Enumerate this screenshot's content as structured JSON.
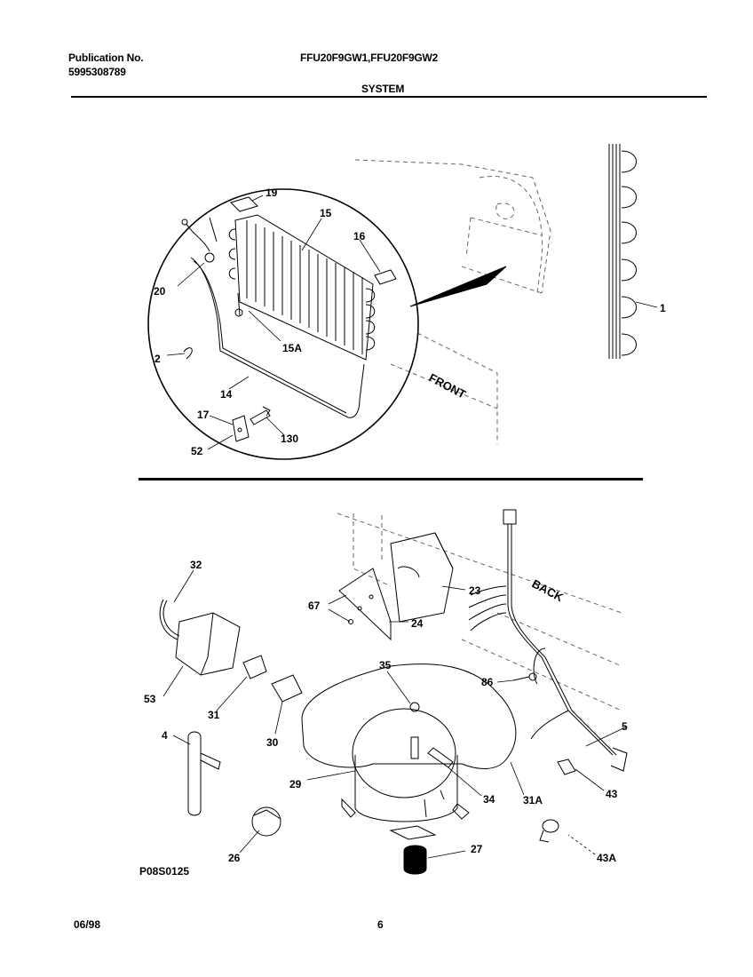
{
  "header": {
    "publication_label": "Publication No.",
    "publication_number": "5995308789",
    "models": "FFU20F9GW1,FFU20F9GW2",
    "section": "SYSTEM"
  },
  "diagram": {
    "labels": {
      "front": "FRONT",
      "back": "BACK",
      "figure_code": "P08S0125"
    },
    "callouts_top": [
      "19",
      "15",
      "16",
      "20",
      "15A",
      "2",
      "14",
      "17",
      "130",
      "52",
      "1"
    ],
    "callouts_bottom": [
      "32",
      "67",
      "23",
      "24",
      "35",
      "86",
      "53",
      "31",
      "30",
      "4",
      "29",
      "34",
      "31A",
      "5",
      "43",
      "26",
      "27",
      "43A"
    ]
  },
  "footer": {
    "date": "06/98",
    "page": "6"
  }
}
